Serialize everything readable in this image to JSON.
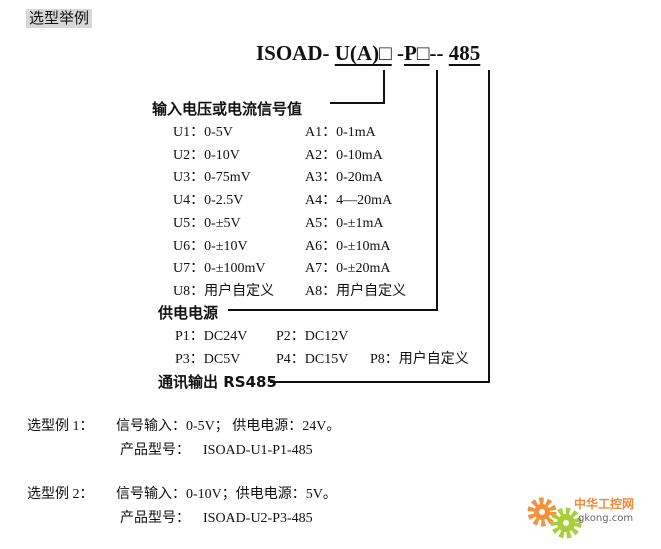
{
  "title": "选型举例",
  "model": {
    "prefix": "ISOAD- ",
    "input": "U(A)□",
    "sep1": " -",
    "power": "P□",
    "sep2": "-- ",
    "output": "485"
  },
  "input_section": {
    "heading": "输入电压或电流信号值",
    "voltage": [
      "U1：0-5V",
      "U2：0-10V",
      "U3：0-75mV",
      "U4：0-2.5V",
      "U5：0-±5V",
      "U6：0-±10V",
      "U7：0-±100mV",
      "U8：用户自定义"
    ],
    "current": [
      "A1：0-1mA",
      "A2：0-10mA",
      "A3：0-20mA",
      "A4：4—20mA",
      "A5：0-±1mA",
      "A6：0-±10mA",
      "A7：0-±20mA",
      "A8：用户自定义"
    ]
  },
  "power_section": {
    "heading": "供电电源",
    "items": [
      "P1：DC24V",
      "P2：DC12V",
      "P3：DC5V",
      "P4：DC15V",
      "P8：用户自定义"
    ]
  },
  "output_section": {
    "heading": "通讯输出 RS485"
  },
  "examples": [
    {
      "label": "选型例 1：",
      "desc": "信号输入：0-5V；  供电电源：24V。",
      "model_label": "产品型号：",
      "model": "ISOAD-U1-P1-485"
    },
    {
      "label": "选型例 2：",
      "desc": "信号输入：0-10V；供电电源：5V。",
      "model_label": "产品型号：",
      "model": "ISOAD-U2-P3-485"
    }
  ],
  "logo": {
    "cn": "中华工控网",
    "en": "gkong.com"
  }
}
